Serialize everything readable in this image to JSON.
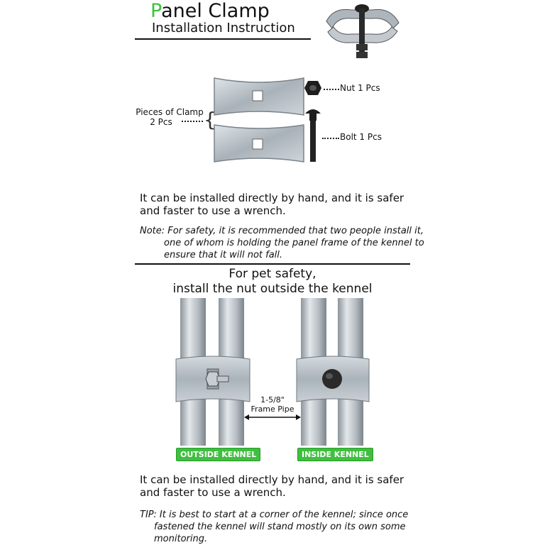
{
  "header": {
    "title_first": "P",
    "title_rest": "anel Clamp",
    "subtitle": "Installation Instruction"
  },
  "parts": {
    "nut_label": "Nut 1 Pcs",
    "bolt_label": "Bolt 1 Pcs",
    "clamp_label_line1": "Pieces of Clamp",
    "clamp_label_line2": "2 Pcs"
  },
  "instruction_1": {
    "line1": "It can be installed directly by hand, and it is safer",
    "line2": "and faster  to use a wrench."
  },
  "note": {
    "line1": "Note: For safety, it is recommended that two people install it,",
    "line2": "one of whom is holding the panel frame of the kennel to",
    "line3": "ensure that it will not fall."
  },
  "safety": {
    "line1": "For pet safety,",
    "line2": "install the nut outside the kennel"
  },
  "frame_pipe": {
    "line1": "1-5/8\"",
    "line2": "Frame Pipe"
  },
  "badges": {
    "outside": "OUTSIDE KENNEL",
    "inside": "INSIDE KENNEL"
  },
  "instruction_2": {
    "line1": "It can be installed directly by hand, and it is safer",
    "line2": "and faster  to use a wrench."
  },
  "tip": {
    "line1": "TIP: It is best to start at a corner of the kennel; since once",
    "line2": "fastened the kennel will stand mostly on its own some",
    "line3": "monitoring."
  },
  "colors": {
    "accent_green": "#3fbf3f",
    "metal": "#b9c0c6",
    "bolt_black": "#1e1e1e"
  }
}
